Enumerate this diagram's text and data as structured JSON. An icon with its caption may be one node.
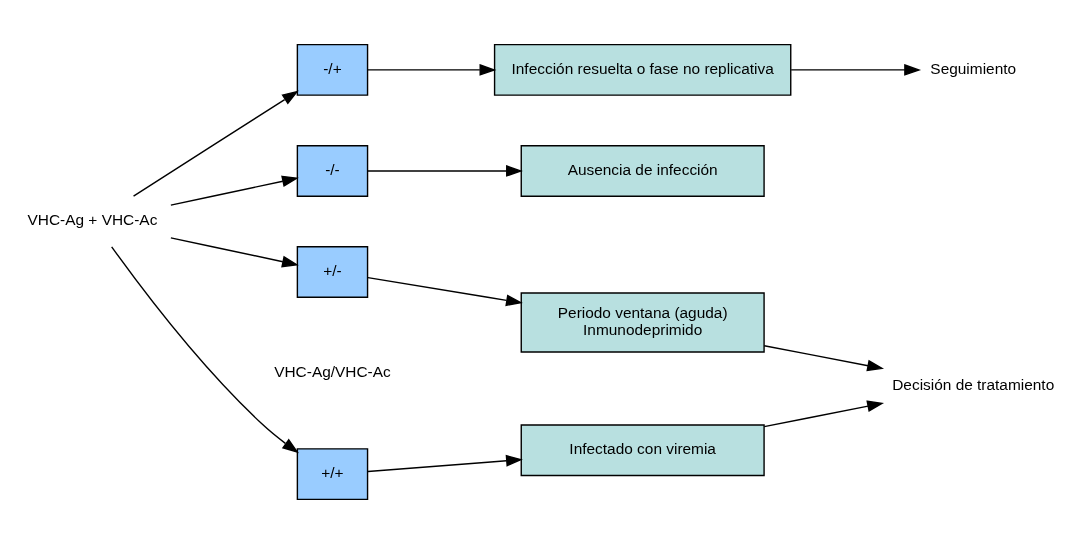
{
  "diagram": {
    "nodes": [
      {
        "text": [
          "VHC-Ag + VHC-Ac"
        ]
      },
      {
        "text": [
          "+/+"
        ]
      },
      {
        "text": [
          "+/-"
        ]
      },
      {
        "text": [
          "-/+"
        ]
      },
      {
        "text": [
          "-/-"
        ]
      },
      {
        "text": [
          "Infectado con viremia"
        ]
      },
      {
        "text": [
          "Periodo ventana (aguda)",
          "Inmunodeprimido"
        ]
      },
      {
        "text": [
          "Infección resuelta o fase no replicativa"
        ]
      },
      {
        "text": [
          "Ausencia de infección"
        ]
      },
      {
        "text": [
          "Decisión de tratamiento"
        ]
      },
      {
        "text": [
          "Seguimiento"
        ]
      }
    ],
    "edges": [
      {
        "from": 0,
        "to": 1,
        "arrow": "to"
      },
      {
        "from": 0,
        "to": 2,
        "arrow": "to"
      },
      {
        "from": 0,
        "to": 3,
        "arrow": "to"
      },
      {
        "from": 0,
        "to": 4,
        "arrow": "to"
      },
      {
        "from": 1,
        "to": 5,
        "arrow": "to"
      },
      {
        "from": 2,
        "to": 6,
        "arrow": "to"
      },
      {
        "from": 3,
        "to": 7,
        "arrow": "to"
      },
      {
        "from": 4,
        "to": 8,
        "arrow": "to"
      },
      {
        "from": 5,
        "to": 9,
        "arrow": "to"
      },
      {
        "from": 6,
        "to": 9,
        "arrow": "to"
      },
      {
        "from": 7,
        "to": 10,
        "arrow": "to"
      }
    ],
    "labels": [
      "VHC-Ag/VHC-Ac"
    ]
  }
}
